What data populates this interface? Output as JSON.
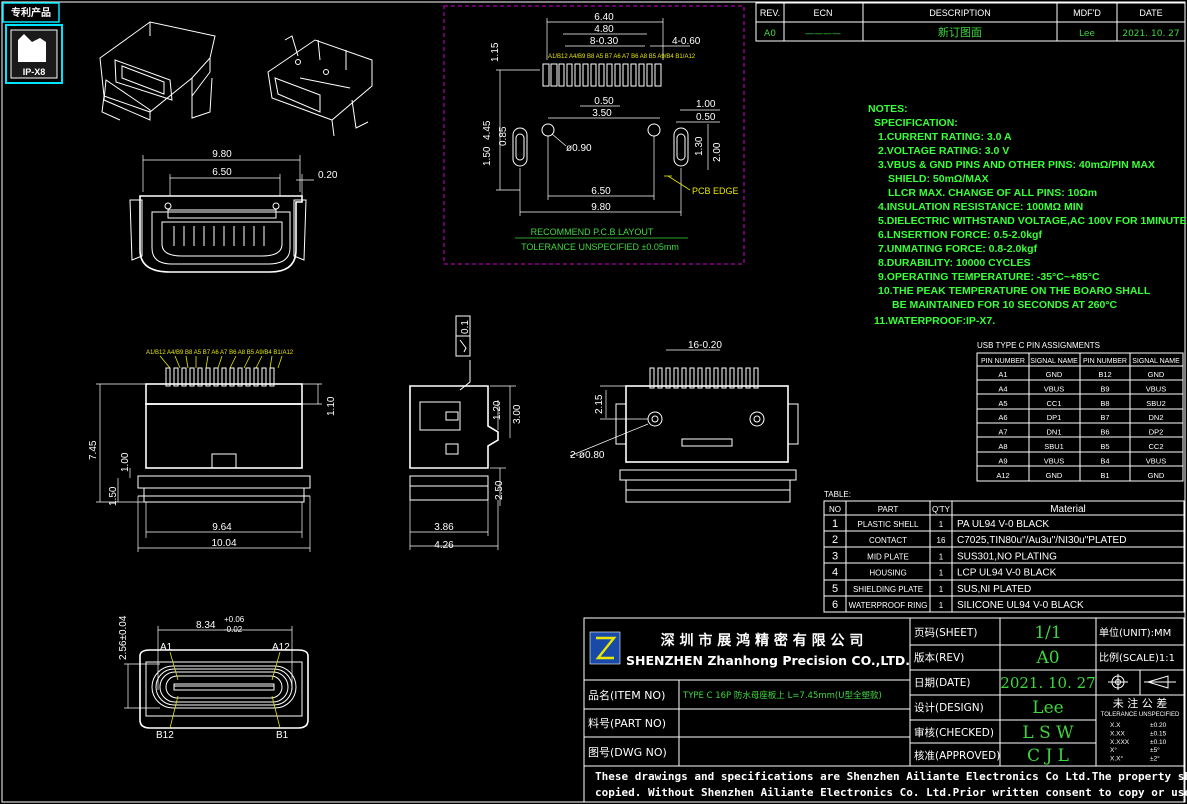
{
  "badge": {
    "label": "专利产品",
    "logo_text": "IP-X8"
  },
  "revision": {
    "headers": [
      "REV.",
      "ECN",
      "DESCRIPTION",
      "MDF'D",
      "DATE"
    ],
    "row": {
      "rev": "A0",
      "ecn": "————",
      "description": "新订图面",
      "mdfd": "Lee",
      "date": "2021. 10. 27"
    }
  },
  "notes": {
    "title": "NOTES:",
    "lines": [
      "SPECIFICATION:",
      "1.CURRENT RATING: 3.0 A",
      "2.VOLTAGE RATING: 3.0 V",
      "3.VBUS & GND PINS AND OTHER PINS: 40mΩ/PIN MAX",
      "SHIELD: 50mΩ/MAX",
      "LLCR MAX. CHANGE OF ALL PINS: 10Ωm",
      "4.INSULATION RESISTANCE:  100MΩ MIN",
      "5.DIELECTRIC WITHSTAND VOLTAGE,AC 100V FOR 1MINUTE",
      "6.LNSERTION FORCE: 0.5-2.0kgf",
      "7.UNMATING FORCE: 0.8-2.0kgf",
      "8.DURABILITY: 10000 CYCLES",
      "9.OPERATING TEMPERATURE: -35°C~+85°C",
      "10.THE PEAK TEMPERATURE ON THE BOARO SHALL",
      "BE MAINTAINED FOR 10 SECONDS AT 260°C",
      "11.WATERPROOF:IP-X7."
    ]
  },
  "pin_table": {
    "title": "USB TYPE C PIN ASSIGNMENTS",
    "headers": [
      "PIN NUMBER",
      "SIGNAL NAME",
      "PIN NUMBER",
      "SIGNAL NAME"
    ],
    "rows": [
      [
        "A1",
        "GND",
        "B12",
        "GND"
      ],
      [
        "A4",
        "VBUS",
        "B9",
        "VBUS"
      ],
      [
        "A5",
        "CC1",
        "B8",
        "SBU2"
      ],
      [
        "A6",
        "DP1",
        "B7",
        "DN2"
      ],
      [
        "A7",
        "DN1",
        "B6",
        "DP2"
      ],
      [
        "A8",
        "SBU1",
        "B5",
        "CC2"
      ],
      [
        "A9",
        "VBUS",
        "B4",
        "VBUS"
      ],
      [
        "A12",
        "GND",
        "B1",
        "GND"
      ]
    ]
  },
  "bom": {
    "title": "TABLE:",
    "headers": [
      "NO",
      "PART",
      "Q'TY",
      "Material"
    ],
    "rows": [
      [
        "1",
        "PLASTIC SHELL",
        "1",
        "PA  UL94  V-0  BLACK"
      ],
      [
        "2",
        "CONTACT",
        "16",
        "C7025,TIN80u\"/Au3u\"/NI30u\"PLATED"
      ],
      [
        "3",
        "MID PLATE",
        "1",
        "SUS301,NO  PLATING"
      ],
      [
        "4",
        "HOUSING",
        "1",
        "LCP  UL94  V-0  BLACK"
      ],
      [
        "5",
        "SHIELDING PLATE",
        "1",
        "SUS,NI  PLATED"
      ],
      [
        "6",
        "WATERPROOF RING",
        "1",
        "SILICONE  UL94  V-0  BLACK"
      ]
    ]
  },
  "title_block": {
    "company_cn": "深 圳 市 展 鸿 精 密 有 限 公 司",
    "company_en": "SHENZHEN Zhanhong Precision CO.,LTD.",
    "item_label": "品名(ITEM NO)",
    "item_value": "TYPE C 16P 防水母座板上 L=7.45mm(U型全塑款)",
    "part_label": "料号(PART NO)",
    "dwg_label": "图号(DWG NO)",
    "sheet_label": "页码(SHEET)",
    "sheet_value": "1/1",
    "rev_label": "版本(REV)",
    "rev_value": "A0",
    "date_label": "日期(DATE)",
    "date_value": "2021. 10. 27",
    "design_label": "设计(DESIGN)",
    "design_value": "Lee",
    "checked_label": "审核(CHECKED)",
    "checked_value": "L S W",
    "approved_label": "核准(APPROVED)",
    "approved_value": "C J L",
    "unit_label": "单位(UNIT):MM",
    "scale_label": "比例(SCALE)1:1",
    "tolerance_title": "未 注 公 差",
    "tolerance_sub": "TOLERANCE UNSPECIFIED",
    "tolerances": [
      [
        "X.X",
        "±0.20"
      ],
      [
        "X.XX",
        "±0.15"
      ],
      [
        "X.XXX",
        "±0.10"
      ],
      [
        "X°",
        "±5°"
      ],
      [
        "X.X°",
        "±2°"
      ]
    ],
    "copyright_1": "These drawings and specifications are Shenzhen Ailiante Electronics Co Ltd.The property should not be",
    "copyright_2": "copied. Without Shenzhen Ailiante Electronics Co. Ltd.Prior written consent to copy or use in any way"
  },
  "pcb_layout": {
    "dims": [
      "6.40",
      "4.80",
      "8-0.30",
      "4-0.60",
      "1.15",
      "4.45",
      "0.85",
      "1.50",
      "0.50",
      "3.50",
      "1.00",
      "0.50",
      "1.30",
      "2.00",
      "ø0.90",
      "6.50",
      "9.80"
    ],
    "pins_label": "A1/B12 A4/B9 B8 A5 B7 A6 A7 B6 A8 B5 A9/B4 B1/A12",
    "pcb_edge": "PCB EDGE",
    "caption": "RECOMMEND  P.C.B  LAYOUT",
    "tolerance": "TOLERANCE  UNSPECIFIED  ±0.05mm"
  },
  "front_view": {
    "dims": [
      "9.80",
      "6.50",
      "0.20"
    ]
  },
  "top_view": {
    "pins_label": "A1/B12 A4/B9 B8 A5 B7 A6 A7 B6 A8 B5 A9/B4 B1/A12",
    "dims": [
      "7.45",
      "1.00",
      "1.50",
      "1.10",
      "9.64",
      "10.04"
    ]
  },
  "side_view": {
    "dims": [
      "0.1",
      "1.20",
      "3.00",
      "2.50",
      "3.86",
      "4.26"
    ]
  },
  "back_view": {
    "dims": [
      "16-0.20",
      "2.15",
      "2-ø0.80"
    ]
  },
  "opening_view": {
    "dims": [
      "8.34",
      "+0.06",
      "-0.02",
      "2.56±0.04"
    ],
    "labels": [
      "A1",
      "A12",
      "B12",
      "B1"
    ]
  }
}
